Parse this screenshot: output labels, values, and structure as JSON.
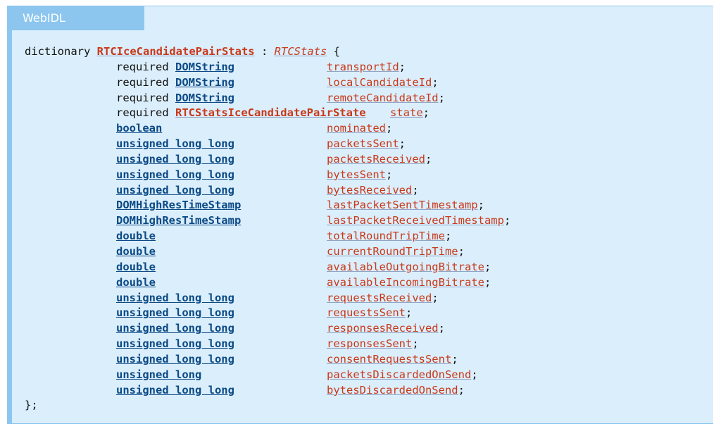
{
  "header": {
    "label": "WebIDL"
  },
  "dictionary": {
    "keyword": "dictionary",
    "name": "RTCIceCandidatePairStats",
    "colon": ":",
    "parent": "RTCStats",
    "open_brace": "{",
    "close": "};"
  },
  "members": [
    {
      "required": "required",
      "type": "DOMString",
      "name": "transportId"
    },
    {
      "required": "required",
      "type": "DOMString",
      "name": "localCandidateId"
    },
    {
      "required": "required",
      "type": "DOMString",
      "name": "remoteCandidateId"
    },
    {
      "required": "required",
      "type": "RTCStatsIceCandidatePairState",
      "name": "state"
    },
    {
      "required": "",
      "type": "boolean",
      "name": "nominated"
    },
    {
      "required": "",
      "type": "unsigned long long",
      "name": "packetsSent"
    },
    {
      "required": "",
      "type": "unsigned long long",
      "name": "packetsReceived"
    },
    {
      "required": "",
      "type": "unsigned long long",
      "name": "bytesSent"
    },
    {
      "required": "",
      "type": "unsigned long long",
      "name": "bytesReceived"
    },
    {
      "required": "",
      "type": "DOMHighResTimeStamp",
      "name": "lastPacketSentTimestamp"
    },
    {
      "required": "",
      "type": "DOMHighResTimeStamp",
      "name": "lastPacketReceivedTimestamp"
    },
    {
      "required": "",
      "type": "double",
      "name": "totalRoundTripTime"
    },
    {
      "required": "",
      "type": "double",
      "name": "currentRoundTripTime"
    },
    {
      "required": "",
      "type": "double",
      "name": "availableOutgoingBitrate"
    },
    {
      "required": "",
      "type": "double",
      "name": "availableIncomingBitrate"
    },
    {
      "required": "",
      "type": "unsigned long long",
      "name": "requestsReceived"
    },
    {
      "required": "",
      "type": "unsigned long long",
      "name": "requestsSent"
    },
    {
      "required": "",
      "type": "unsigned long long",
      "name": "responsesReceived"
    },
    {
      "required": "",
      "type": "unsigned long long",
      "name": "responsesSent"
    },
    {
      "required": "",
      "type": "unsigned long long",
      "name": "consentRequestsSent"
    },
    {
      "required": "",
      "type": "unsigned long",
      "name": "packetsDiscardedOnSend"
    },
    {
      "required": "",
      "type": "unsigned long long",
      "name": "bytesDiscardedOnSend"
    }
  ],
  "semicolon": ";"
}
